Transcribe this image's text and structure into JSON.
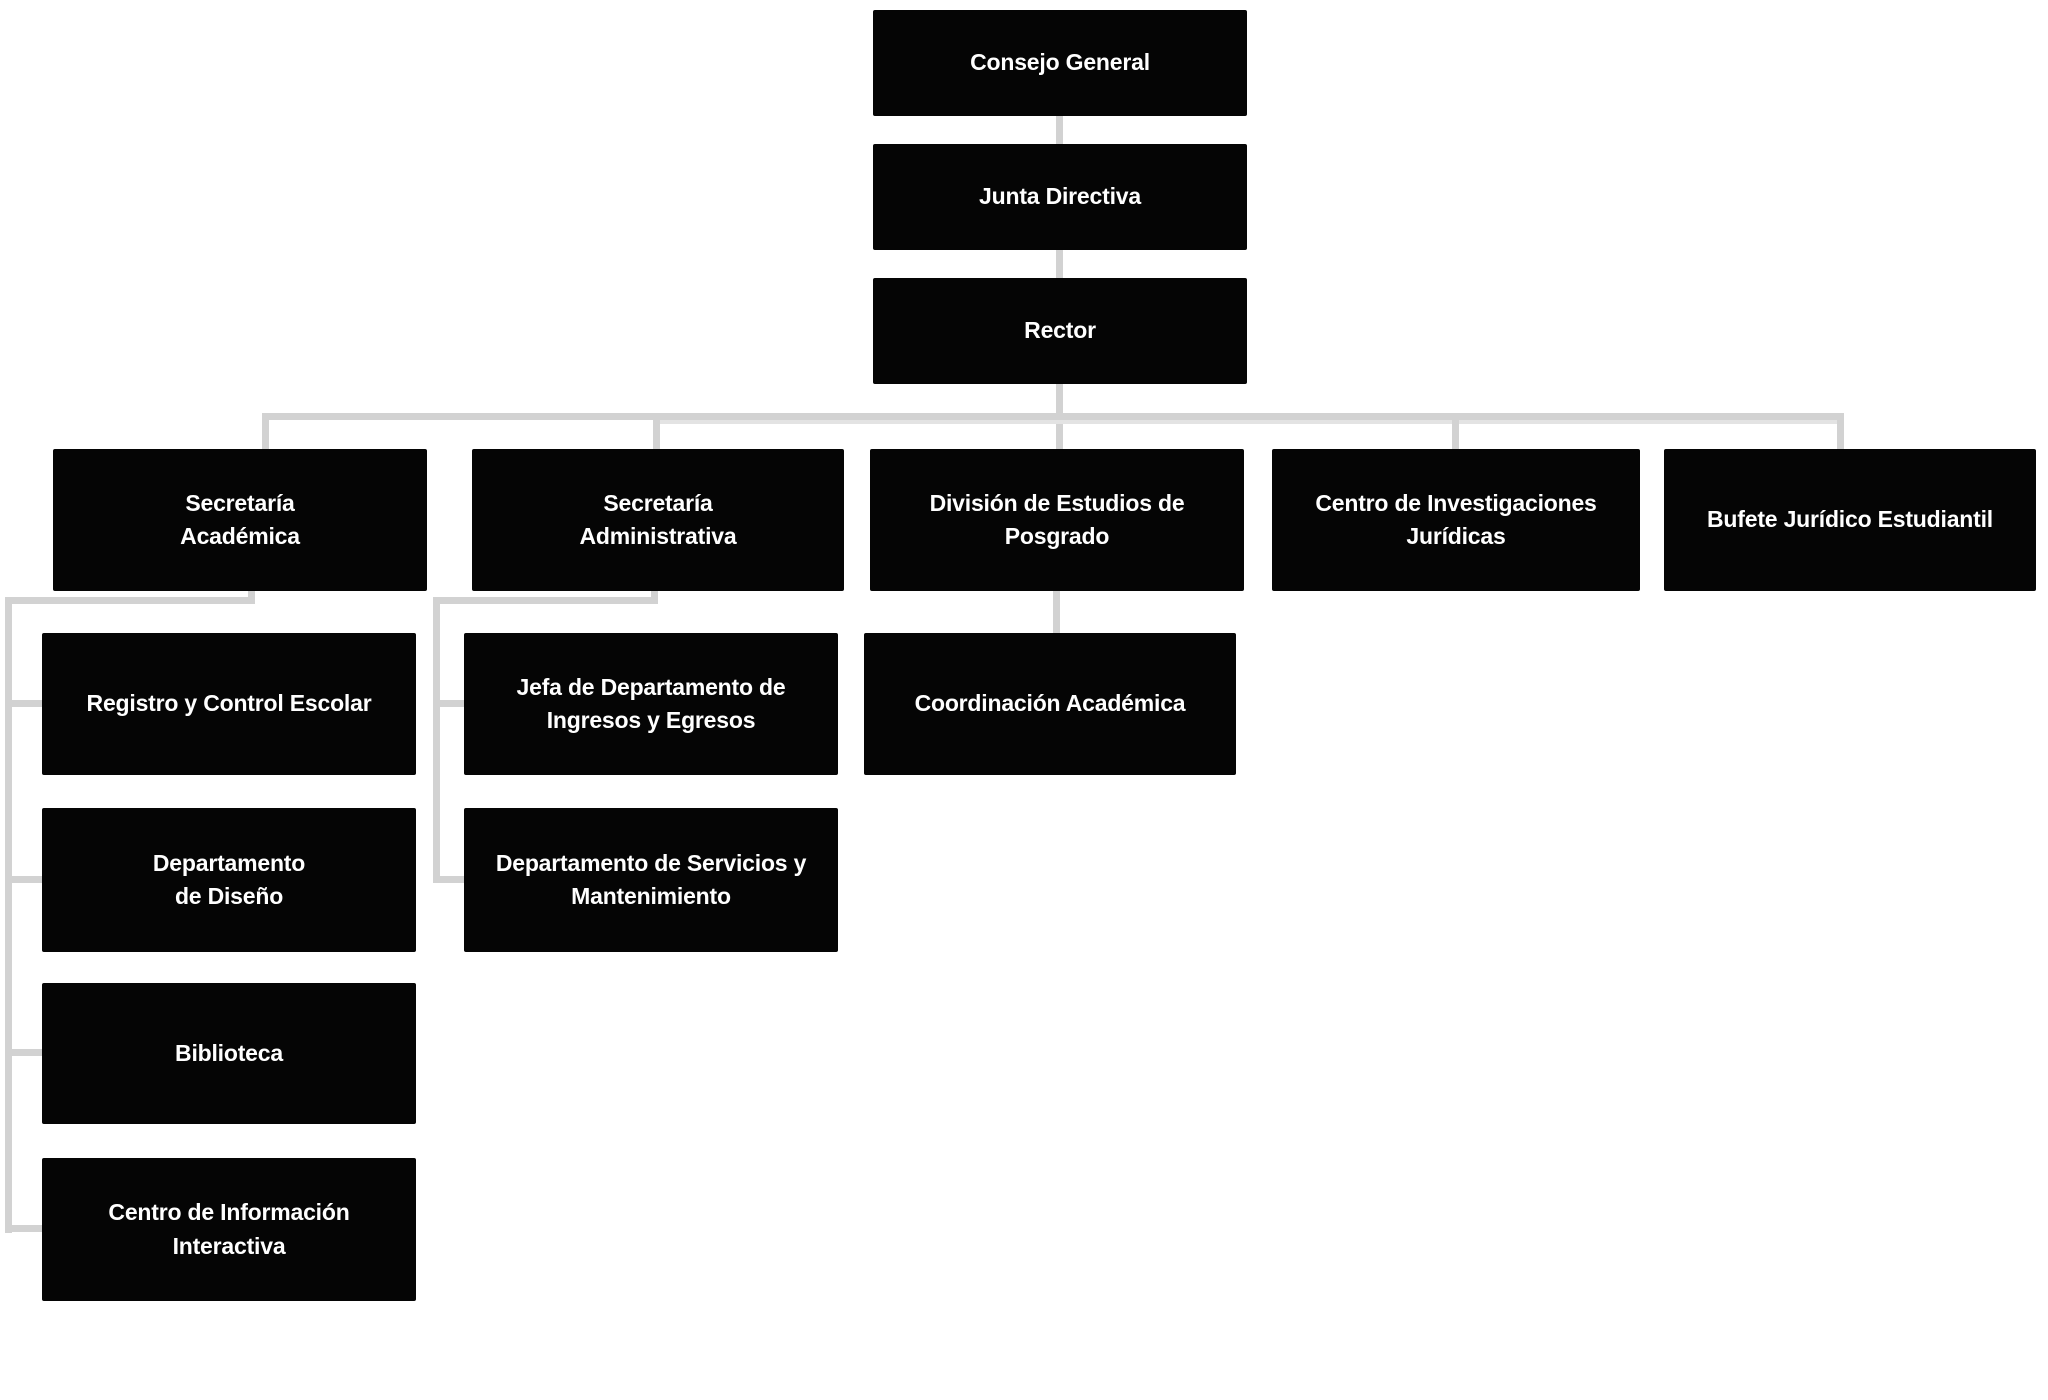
{
  "diagram": {
    "type": "org-chart",
    "background_color": "#ffffff",
    "node_background_color": "#050505",
    "node_text_color": "#ffffff",
    "connector_color": "#d2d2d2",
    "nodes": {
      "consejo_general": "Consejo General",
      "junta_directiva": "Junta Directiva",
      "rector": "Rector",
      "secretaria_academica": "Secretaría\nAcadémica",
      "secretaria_administrativa": "Secretaría\nAdministrativa",
      "division_estudios_posgrado": "División de Estudios de\nPosgrado",
      "centro_investigaciones_juridicas": "Centro de Investigaciones\nJurídicas",
      "bufete_juridico_estudiantil": "Bufete Jurídico Estudiantil",
      "registro_control_escolar": "Registro y Control Escolar",
      "departamento_diseno": "Departamento\nde Diseño",
      "biblioteca": "Biblioteca",
      "centro_informacion_interactiva": "Centro de Información\nInteractiva",
      "jefa_ingresos_egresos": "Jefa de Departamento de\nIngresos y Egresos",
      "departamento_servicios_mantenimiento": "Departamento de Servicios y\nMantenimiento",
      "coordinacion_academica": "Coordinación Académica"
    },
    "edges": [
      [
        "consejo_general",
        "junta_directiva"
      ],
      [
        "junta_directiva",
        "rector"
      ],
      [
        "rector",
        "secretaria_academica"
      ],
      [
        "rector",
        "secretaria_administrativa"
      ],
      [
        "rector",
        "division_estudios_posgrado"
      ],
      [
        "rector",
        "centro_investigaciones_juridicas"
      ],
      [
        "rector",
        "bufete_juridico_estudiantil"
      ],
      [
        "secretaria_academica",
        "registro_control_escolar"
      ],
      [
        "secretaria_academica",
        "departamento_diseno"
      ],
      [
        "secretaria_academica",
        "biblioteca"
      ],
      [
        "secretaria_academica",
        "centro_informacion_interactiva"
      ],
      [
        "secretaria_administrativa",
        "jefa_ingresos_egresos"
      ],
      [
        "secretaria_administrativa",
        "departamento_servicios_mantenimiento"
      ],
      [
        "division_estudios_posgrado",
        "coordinacion_academica"
      ]
    ]
  }
}
